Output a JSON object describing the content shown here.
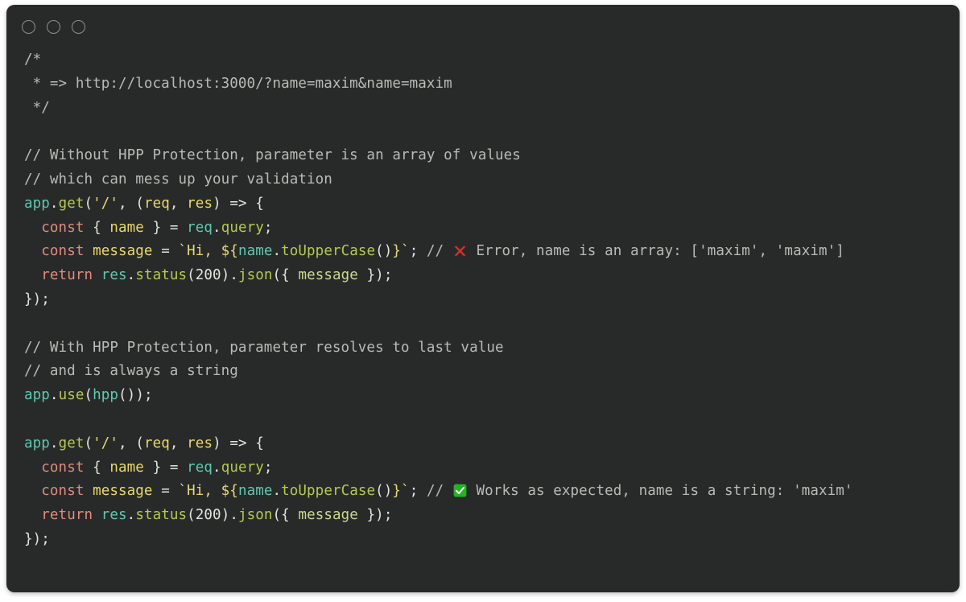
{
  "window": {
    "title": "Code snippet",
    "background": "#282a2a",
    "dots": [
      {
        "name": "close",
        "color": "#8d8f8f"
      },
      {
        "name": "minimize",
        "color": "#8d8f8f"
      },
      {
        "name": "maximize",
        "color": "#8d8f8f"
      }
    ]
  },
  "colors": {
    "page_background": "#ffffff",
    "panel_background": "#282a2a",
    "comment": "#b9bbb6",
    "keyword": "#e08b7e",
    "object": "#5fc9b0",
    "function": "#b6c94f",
    "string": "#e6db74",
    "variable": "#e8d96a",
    "plain": "#e4e4de",
    "error_mark": "#d9302c",
    "success_mark": "#22b422"
  },
  "code": {
    "language": "javascript",
    "lines": [
      {
        "id": "l1",
        "text": "/*"
      },
      {
        "id": "l2",
        "text": " * => http://localhost:3000/?name=maxim&name=maxim"
      },
      {
        "id": "l3",
        "text": " */"
      },
      {
        "id": "l4",
        "text": ""
      },
      {
        "id": "l5",
        "text": "// Without HPP Protection, parameter is an array of values"
      },
      {
        "id": "l6",
        "text": "// which can mess up your validation"
      },
      {
        "id": "l7",
        "text": "app.get('/', (req, res) => {"
      },
      {
        "id": "l8",
        "text": "  const { name } = req.query;"
      },
      {
        "id": "l9",
        "text": "  const message = `Hi, ${name.toUpperCase()}`; // ❌ Error, name is an array: ['maxim', 'maxim']"
      },
      {
        "id": "l10",
        "text": "  return res.status(200).json({ message });"
      },
      {
        "id": "l11",
        "text": "});"
      },
      {
        "id": "l12",
        "text": ""
      },
      {
        "id": "l13",
        "text": "// With HPP Protection, parameter resolves to last value"
      },
      {
        "id": "l14",
        "text": "// and is always a string"
      },
      {
        "id": "l15",
        "text": "app.use(hpp());"
      },
      {
        "id": "l16",
        "text": ""
      },
      {
        "id": "l17",
        "text": "app.get('/', (req, res) => {"
      },
      {
        "id": "l18",
        "text": "  const { name } = req.query;"
      },
      {
        "id": "l19",
        "text": "  const message = `Hi, ${name.toUpperCase()}`; // ✅ Works as expected, name is a string: 'maxim'"
      },
      {
        "id": "l20",
        "text": "  return res.status(200).json({ message });"
      },
      {
        "id": "l21",
        "text": "});"
      }
    ],
    "url_in_comment": "http://localhost:3000/?name=maxim&name=maxim",
    "error_note": "Error, name is an array: ['maxim', 'maxim']",
    "success_note": "Works as expected, name is a string: 'maxim'",
    "segments": {
      "l1": [
        {
          "t": "/*",
          "c": "cmt"
        }
      ],
      "l2": [
        {
          "t": " * => http://localhost:3000/?name=maxim&name=maxim",
          "c": "cmt"
        }
      ],
      "l3": [
        {
          "t": " */",
          "c": "cmt"
        }
      ],
      "l5": [
        {
          "t": "// Without HPP Protection, parameter is an array of values",
          "c": "cmt"
        }
      ],
      "l6": [
        {
          "t": "// which can mess up your validation",
          "c": "cmt"
        }
      ],
      "l7": [
        {
          "t": "app",
          "c": "obj"
        },
        {
          "t": ".",
          "c": "plain"
        },
        {
          "t": "get",
          "c": "fn"
        },
        {
          "t": "(",
          "c": "plain"
        },
        {
          "t": "'/'",
          "c": "str"
        },
        {
          "t": ", (",
          "c": "plain"
        },
        {
          "t": "req",
          "c": "var"
        },
        {
          "t": ", ",
          "c": "plain"
        },
        {
          "t": "res",
          "c": "var"
        },
        {
          "t": ") => {",
          "c": "plain"
        }
      ],
      "l8": [
        {
          "t": "  ",
          "c": "plain"
        },
        {
          "t": "const",
          "c": "kw"
        },
        {
          "t": " { ",
          "c": "plain"
        },
        {
          "t": "name",
          "c": "var"
        },
        {
          "t": " } = ",
          "c": "plain"
        },
        {
          "t": "req",
          "c": "obj"
        },
        {
          "t": ".",
          "c": "plain"
        },
        {
          "t": "query",
          "c": "fn"
        },
        {
          "t": ";",
          "c": "plain"
        }
      ],
      "l9": [
        {
          "t": "  ",
          "c": "plain"
        },
        {
          "t": "const",
          "c": "kw"
        },
        {
          "t": " ",
          "c": "plain"
        },
        {
          "t": "message",
          "c": "var"
        },
        {
          "t": " = ",
          "c": "plain"
        },
        {
          "t": "`Hi, ",
          "c": "str"
        },
        {
          "t": "${",
          "c": "str"
        },
        {
          "t": "name",
          "c": "obj"
        },
        {
          "t": ".",
          "c": "plain"
        },
        {
          "t": "toUpperCase",
          "c": "fn"
        },
        {
          "t": "()",
          "c": "plain"
        },
        {
          "t": "}",
          "c": "str"
        },
        {
          "t": "`",
          "c": "str"
        },
        {
          "t": "; ",
          "c": "plain"
        },
        {
          "t": "// ",
          "c": "cmt"
        },
        {
          "t": "ERRORMARK",
          "c": "icon-error"
        },
        {
          "t": " Error, name is an array: ['maxim', 'maxim']",
          "c": "cmt"
        }
      ],
      "l10": [
        {
          "t": "  ",
          "c": "plain"
        },
        {
          "t": "return",
          "c": "kw"
        },
        {
          "t": " ",
          "c": "plain"
        },
        {
          "t": "res",
          "c": "obj"
        },
        {
          "t": ".",
          "c": "plain"
        },
        {
          "t": "status",
          "c": "fn"
        },
        {
          "t": "(",
          "c": "plain"
        },
        {
          "t": "200",
          "c": "plain"
        },
        {
          "t": ").",
          "c": "plain"
        },
        {
          "t": "json",
          "c": "fn"
        },
        {
          "t": "({ ",
          "c": "plain"
        },
        {
          "t": "message",
          "c": "prop"
        },
        {
          "t": " });",
          "c": "plain"
        }
      ],
      "l11": [
        {
          "t": "});",
          "c": "plain"
        }
      ],
      "l13": [
        {
          "t": "// With HPP Protection, parameter resolves to last value",
          "c": "cmt"
        }
      ],
      "l14": [
        {
          "t": "// and is always a string",
          "c": "cmt"
        }
      ],
      "l15": [
        {
          "t": "app",
          "c": "obj"
        },
        {
          "t": ".",
          "c": "plain"
        },
        {
          "t": "use",
          "c": "fn"
        },
        {
          "t": "(",
          "c": "plain"
        },
        {
          "t": "hpp",
          "c": "obj"
        },
        {
          "t": "());",
          "c": "plain"
        }
      ],
      "l17": [
        {
          "t": "app",
          "c": "obj"
        },
        {
          "t": ".",
          "c": "plain"
        },
        {
          "t": "get",
          "c": "fn"
        },
        {
          "t": "(",
          "c": "plain"
        },
        {
          "t": "'/'",
          "c": "str"
        },
        {
          "t": ", (",
          "c": "plain"
        },
        {
          "t": "req",
          "c": "var"
        },
        {
          "t": ", ",
          "c": "plain"
        },
        {
          "t": "res",
          "c": "var"
        },
        {
          "t": ") => {",
          "c": "plain"
        }
      ],
      "l18": [
        {
          "t": "  ",
          "c": "plain"
        },
        {
          "t": "const",
          "c": "kw"
        },
        {
          "t": " { ",
          "c": "plain"
        },
        {
          "t": "name",
          "c": "var"
        },
        {
          "t": " } = ",
          "c": "plain"
        },
        {
          "t": "req",
          "c": "obj"
        },
        {
          "t": ".",
          "c": "plain"
        },
        {
          "t": "query",
          "c": "fn"
        },
        {
          "t": ";",
          "c": "plain"
        }
      ],
      "l19": [
        {
          "t": "  ",
          "c": "plain"
        },
        {
          "t": "const",
          "c": "kw"
        },
        {
          "t": " ",
          "c": "plain"
        },
        {
          "t": "message",
          "c": "var"
        },
        {
          "t": " = ",
          "c": "plain"
        },
        {
          "t": "`Hi, ",
          "c": "str"
        },
        {
          "t": "${",
          "c": "str"
        },
        {
          "t": "name",
          "c": "obj"
        },
        {
          "t": ".",
          "c": "plain"
        },
        {
          "t": "toUpperCase",
          "c": "fn"
        },
        {
          "t": "()",
          "c": "plain"
        },
        {
          "t": "}",
          "c": "str"
        },
        {
          "t": "`",
          "c": "str"
        },
        {
          "t": "; ",
          "c": "plain"
        },
        {
          "t": "// ",
          "c": "cmt"
        },
        {
          "t": "CHECKMARK",
          "c": "icon-check"
        },
        {
          "t": " Works as expected, name is a string: 'maxim'",
          "c": "cmt"
        }
      ],
      "l20": [
        {
          "t": "  ",
          "c": "plain"
        },
        {
          "t": "return",
          "c": "kw"
        },
        {
          "t": " ",
          "c": "plain"
        },
        {
          "t": "res",
          "c": "obj"
        },
        {
          "t": ".",
          "c": "plain"
        },
        {
          "t": "status",
          "c": "fn"
        },
        {
          "t": "(",
          "c": "plain"
        },
        {
          "t": "200",
          "c": "plain"
        },
        {
          "t": ").",
          "c": "plain"
        },
        {
          "t": "json",
          "c": "fn"
        },
        {
          "t": "({ ",
          "c": "plain"
        },
        {
          "t": "message",
          "c": "prop"
        },
        {
          "t": " });",
          "c": "plain"
        }
      ],
      "l21": [
        {
          "t": "});",
          "c": "plain"
        }
      ]
    }
  }
}
